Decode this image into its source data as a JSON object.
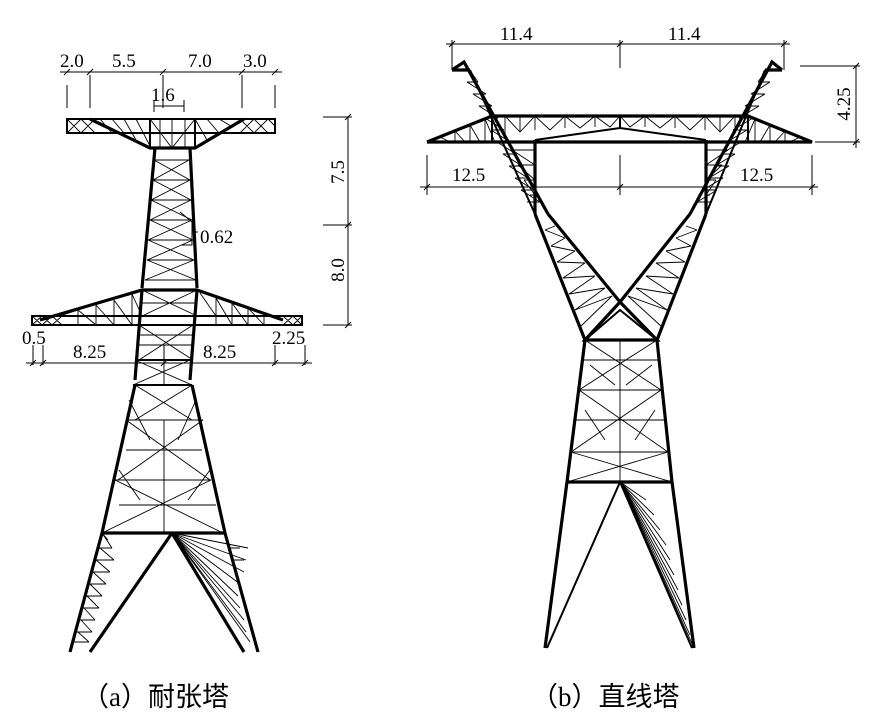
{
  "tower_a": {
    "caption": "（a）耐张塔",
    "dims": {
      "top_w1": "2.0",
      "top_w2": "5.5",
      "top_w3": "7.0",
      "top_w4": "3.0",
      "top_center": "1.6",
      "v_upper": "7.5",
      "v_lower": "8.0",
      "bend": "0.62",
      "bot_w1": "0.5",
      "bot_w2": "8.25",
      "bot_w3": "8.25",
      "bot_w4": "2.25"
    }
  },
  "tower_b": {
    "caption": "（b）直线塔",
    "dims": {
      "top_left": "11.4",
      "top_right": "11.4",
      "height": "4.25",
      "arm_left": "12.5",
      "arm_right": "12.5"
    }
  }
}
